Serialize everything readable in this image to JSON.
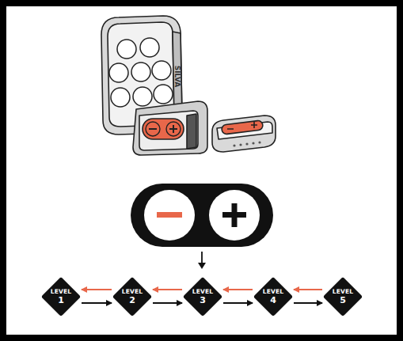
{
  "diagram": {
    "nodes": [
      {
        "text": [
          "LEVEL",
          "1"
        ]
      },
      {
        "text": [
          "LEVEL",
          "2"
        ]
      },
      {
        "text": [
          "LEVEL",
          "3"
        ]
      },
      {
        "text": [
          "LEVEL",
          "4"
        ]
      },
      {
        "text": [
          "LEVEL",
          "5"
        ]
      }
    ],
    "edges": [
      {
        "from": 0,
        "to": 1,
        "arrow": "to"
      },
      {
        "from": 1,
        "to": 2,
        "arrow": "to"
      },
      {
        "from": 2,
        "to": 3,
        "arrow": "to"
      },
      {
        "from": 3,
        "to": 4,
        "arrow": "to"
      },
      {
        "from": 1,
        "to": 0,
        "arrow": "to"
      },
      {
        "from": 2,
        "to": 1,
        "arrow": "to"
      },
      {
        "from": 3,
        "to": 2,
        "arrow": "to"
      },
      {
        "from": 4,
        "to": 3,
        "arrow": "to"
      }
    ],
    "labels": [
      "SILVA"
    ]
  }
}
